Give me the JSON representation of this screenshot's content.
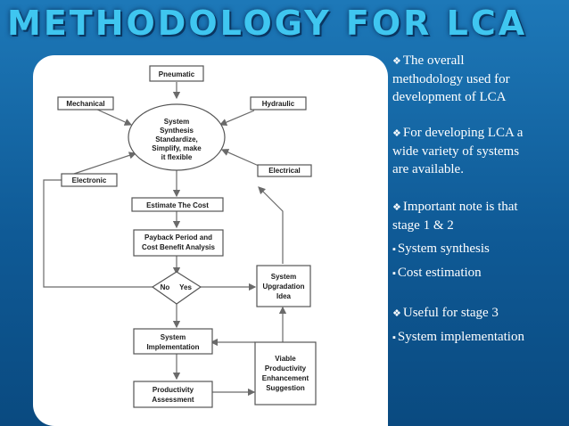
{
  "title": "METHODOLOGY FOR LCA",
  "diagram": {
    "pneumatic": "Pneumatic",
    "mechanical": "Mechanical",
    "hydraulic": "Hydraulic",
    "electronic": "Electronic",
    "electrical": "Electrical",
    "synthesis": [
      "System",
      "Synthesis",
      "Standardize,",
      "Simplify, make",
      "it flexible"
    ],
    "estimate": "Estimate The Cost",
    "payback": [
      "Payback Period and",
      "Cost Benefit Analysis"
    ],
    "decision_no": "No",
    "decision_yes": "Yes",
    "implementation": [
      "System",
      "Implementation"
    ],
    "assessment": [
      "Productivity",
      "Assessment"
    ],
    "viable": [
      "Viable",
      "Productivity",
      "Enhancement",
      "Suggestion"
    ],
    "upgradation": [
      "System",
      "Upgradation",
      "Idea"
    ]
  },
  "bullets": [
    {
      "mark": "❖",
      "lines": [
        "The overall",
        "methodology used for",
        "development of  LCA"
      ]
    },
    {
      "mark": "❖",
      "lines": [
        "For developing LCA a",
        "wide variety of systems",
        "are available."
      ]
    },
    {
      "mark": "❖",
      "lines": [
        "Important note is that",
        "stage 1 & 2"
      ]
    },
    {
      "mark": "▪",
      "lines": [
        "System synthesis"
      ]
    },
    {
      "mark": "▪",
      "lines": [
        "Cost estimation"
      ]
    },
    {
      "mark": "❖",
      "lines": [
        "Useful for stage 3"
      ]
    },
    {
      "mark": "▪",
      "lines": [
        "System implementation"
      ]
    }
  ]
}
